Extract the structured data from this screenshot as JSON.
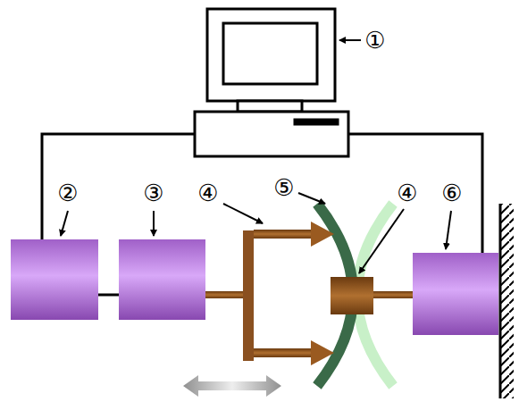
{
  "diagram": {
    "labels": [
      "①",
      "②",
      "③",
      "④",
      "⑤",
      "④",
      "⑥"
    ]
  }
}
